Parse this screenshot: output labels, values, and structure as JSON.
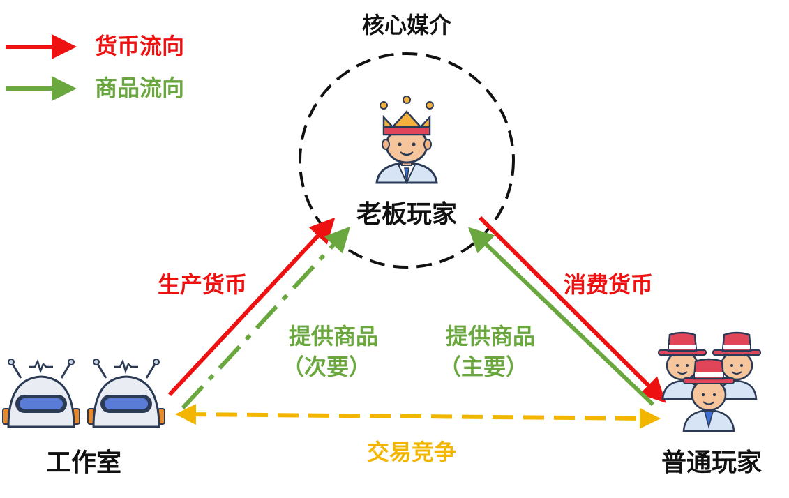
{
  "legend": {
    "money": {
      "label": "货币流向",
      "color": "#ee1111"
    },
    "goods": {
      "label": "商品流向",
      "color": "#6aa83f"
    }
  },
  "core": {
    "label": "核心媒介"
  },
  "nodes": {
    "boss": {
      "label": "老板玩家",
      "icon": "crowned-player-icon"
    },
    "studio": {
      "label": "工作室",
      "icon": "robot-icon"
    },
    "players": {
      "label": "普通玩家",
      "icon": "hat-players-group-icon"
    }
  },
  "edges": {
    "produce_money": {
      "label": "生产货币"
    },
    "consume_money": {
      "label": "消费货币"
    },
    "goods_secondary": {
      "line1": "提供商品",
      "line2": "（次要）"
    },
    "goods_primary": {
      "line1": "提供商品",
      "line2": "（主要）"
    },
    "competition": {
      "label": "交易竞争",
      "color": "#f2b600"
    }
  }
}
